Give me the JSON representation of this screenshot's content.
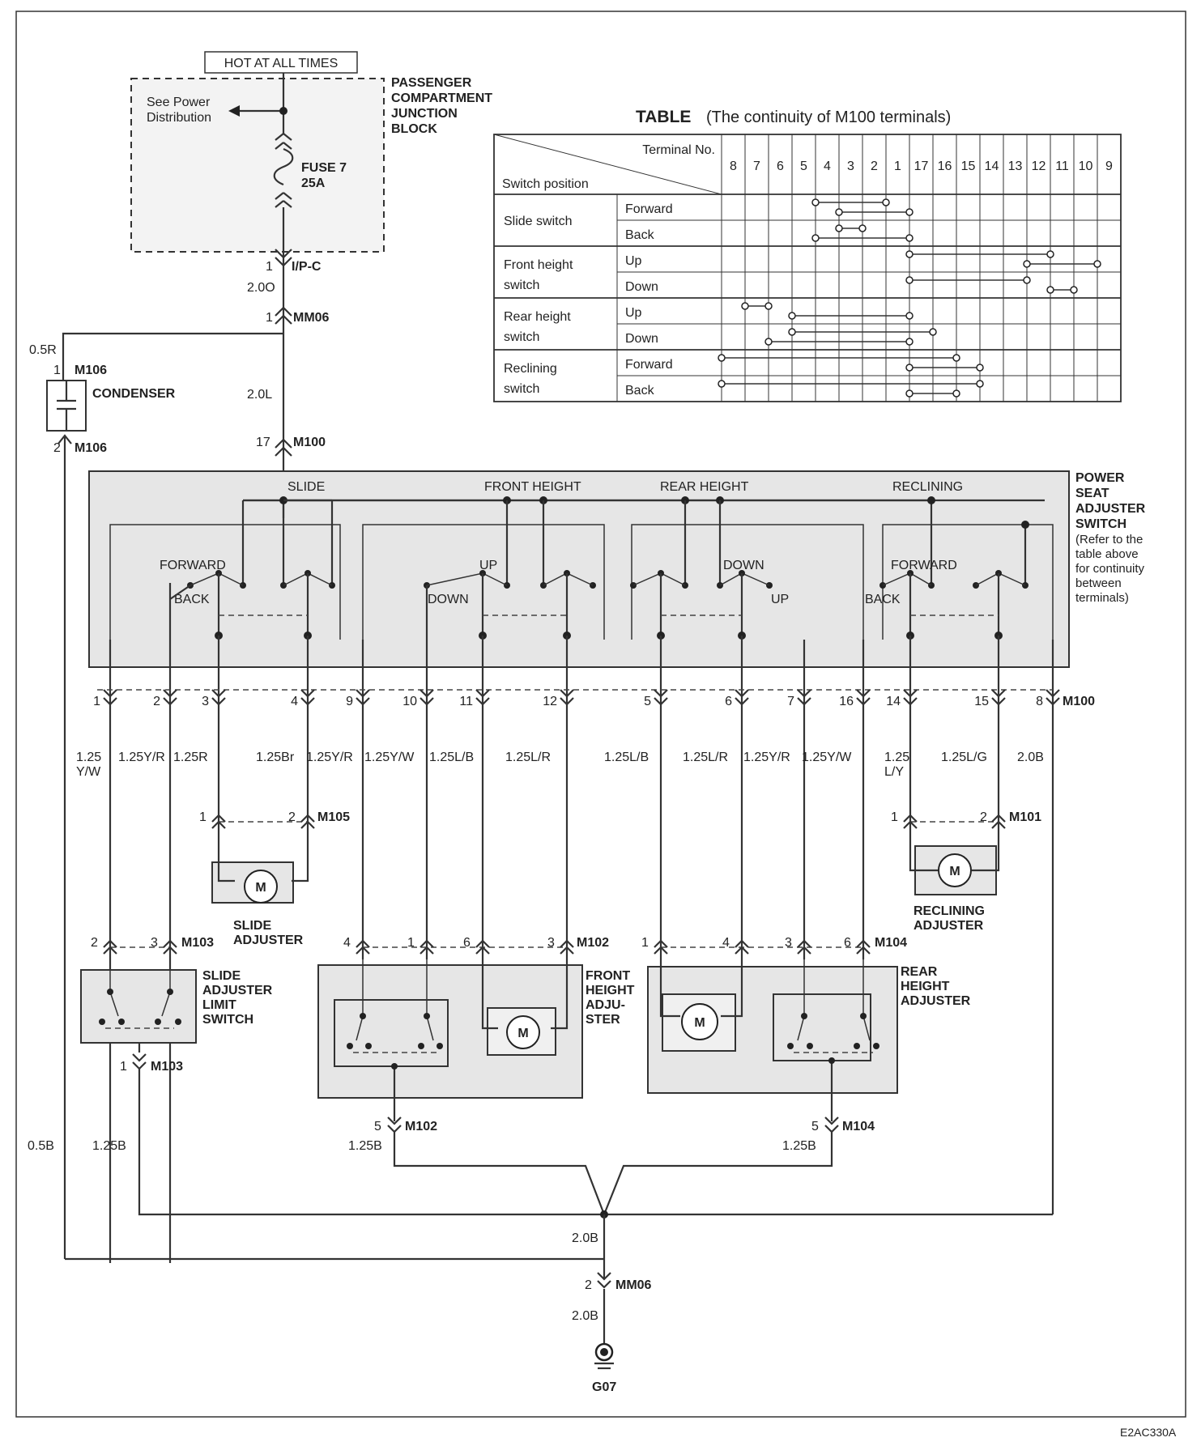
{
  "header": {
    "hot_label": "HOT AT ALL TIMES",
    "see_power": "See Power",
    "distribution": "Distribution",
    "pcjb": [
      "PASSENGER",
      "COMPARTMENT",
      "JUNCTION",
      "BLOCK"
    ],
    "fuse_name": "FUSE 7",
    "fuse_rating": "25A"
  },
  "table": {
    "title": "TABLE",
    "subtitle": "(The continuity of M100 terminals)",
    "corner_top": "Terminal No.",
    "corner_bottom": "Switch position",
    "terminals": [
      "8",
      "7",
      "6",
      "5",
      "4",
      "3",
      "2",
      "1",
      "17",
      "16",
      "15",
      "14",
      "13",
      "12",
      "11",
      "10",
      "9"
    ],
    "groups": [
      {
        "name": [
          "Slide switch"
        ],
        "positions": [
          "Forward",
          "Back"
        ]
      },
      {
        "name": [
          "Front height",
          "switch"
        ],
        "positions": [
          "Up",
          "Down"
        ]
      },
      {
        "name": [
          "Rear height",
          "switch"
        ],
        "positions": [
          "Up",
          "Down"
        ]
      },
      {
        "name": [
          "Reclining",
          "switch"
        ],
        "positions": [
          "Forward",
          "Back"
        ]
      }
    ],
    "continuity": [
      [
        [
          "4",
          "1"
        ],
        [
          "3",
          "17"
        ]
      ],
      [
        [
          "3",
          "2"
        ],
        [
          "4",
          "17"
        ]
      ],
      [
        [
          "17",
          "11"
        ],
        [
          "12",
          "9"
        ]
      ],
      [
        [
          "17",
          "12"
        ],
        [
          "11",
          "10"
        ]
      ],
      [
        [
          "7",
          "6"
        ],
        [
          "5",
          "17"
        ]
      ],
      [
        [
          "5",
          "16"
        ],
        [
          "6",
          "17"
        ]
      ],
      [
        [
          "8",
          "15"
        ],
        [
          "17",
          "14"
        ]
      ],
      [
        [
          "8",
          "14"
        ],
        [
          "17",
          "15"
        ]
      ]
    ]
  },
  "connectors": {
    "ipc_pin": "1",
    "ipc": "I/P-C",
    "wire_2_0o": "2.0O",
    "mm06_pin1": "1",
    "mm06": "MM06",
    "wire_0_5r": "0.5R",
    "m106_pin1": "1",
    "m106": "M106",
    "condenser": "CONDENSER",
    "m106_pin2": "2",
    "wire_2_0l": "2.0L",
    "m100_pin17": "17",
    "m100": "M100",
    "mm06_pin2": "2",
    "wire_2_0b_a": "2.0B",
    "wire_2_0b_b": "2.0B",
    "wire_0_5b": "0.5B",
    "wire_1_25b_a": "1.25B",
    "wire_1_25b_b": "1.25B",
    "wire_1_25b_c": "1.25B",
    "ground": "G07",
    "m103_pin1": "1",
    "m103": "M103",
    "m102_pin5": "5",
    "m102": "M102",
    "m104_pin5": "5",
    "m104": "M104",
    "image_code": "E2AC330A"
  },
  "switch": {
    "title": [
      "POWER",
      "SEAT",
      "ADJUSTER",
      "SWITCH"
    ],
    "note": [
      "(Refer to the",
      "table above",
      "for continuity",
      "between",
      "terminals)"
    ],
    "sections": [
      "SLIDE",
      "FRONT HEIGHT",
      "REAR HEIGHT",
      "RECLINING"
    ],
    "labels": {
      "slide_fwd": "FORWARD",
      "slide_back": "BACK",
      "front_up": "UP",
      "front_down": "DOWN",
      "rear_down": "DOWN",
      "rear_up": "UP",
      "recl_fwd": "FORWARD",
      "recl_back": "BACK"
    }
  },
  "m100_pins": [
    "1",
    "2",
    "3",
    "4",
    "9",
    "10",
    "11",
    "12",
    "5",
    "6",
    "7",
    "16",
    "14",
    "15",
    "8"
  ],
  "wires": {
    "w1": [
      "1.25",
      "Y/W"
    ],
    "w2": "1.25Y/R",
    "w3": "1.25R",
    "w4": "1.25Br",
    "w9": "1.25Y/R",
    "w10": "1.25Y/W",
    "w11": "1.25L/B",
    "w12": "1.25L/R",
    "w5": "1.25L/B",
    "w6": "1.25L/R",
    "w7": "1.25Y/R",
    "w16": "1.25Y/W",
    "w14": [
      "1.25",
      "L/Y"
    ],
    "w15": "1.25L/G",
    "w8": "2.0B"
  },
  "components": {
    "m105": "M105",
    "m105_pins": [
      "1",
      "2"
    ],
    "slide_adj": [
      "SLIDE",
      "ADJUSTER"
    ],
    "m101": "M101",
    "m101_pins": [
      "1",
      "2"
    ],
    "recl_adj": [
      "RECLINING",
      "ADJUSTER"
    ],
    "m103": "M103",
    "m103_pins": [
      "2",
      "3"
    ],
    "limit_sw": [
      "SLIDE",
      "ADJUSTER",
      "LIMIT",
      "SWITCH"
    ],
    "m102": "M102",
    "m102_pins": [
      "4",
      "1",
      "6",
      "3"
    ],
    "front_adj": [
      "FRONT",
      "HEIGHT",
      "ADJU-",
      "STER"
    ],
    "m104": "M104",
    "m104_pins": [
      "1",
      "4",
      "3",
      "6"
    ],
    "rear_adj": [
      "REAR",
      "HEIGHT",
      "ADJUSTER"
    ],
    "motor": "M"
  },
  "colors": {
    "ink": "#222222",
    "shade": "#e6e6e6",
    "background": "#ffffff"
  }
}
